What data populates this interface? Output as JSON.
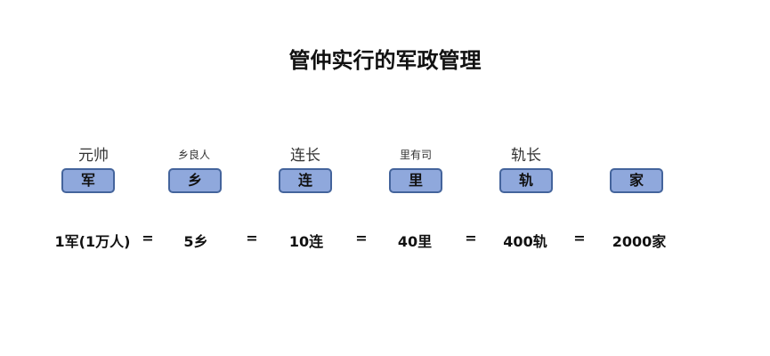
{
  "title": "管仲实行的军政管理",
  "leaders": [
    "元帅",
    "乡良人",
    "连长",
    "里有司",
    "轨长"
  ],
  "units": [
    "军",
    "乡",
    "连",
    "里",
    "轨",
    "家"
  ],
  "equation": {
    "items": [
      "1军(1万人)",
      "5乡",
      "10连",
      "40里",
      "400轨",
      "2000家"
    ],
    "sign": "="
  }
}
